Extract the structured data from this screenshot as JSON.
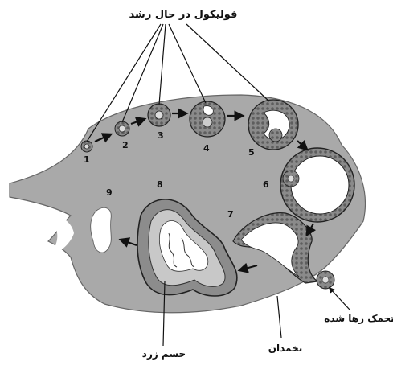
{
  "labels": {
    "developing_follicles": "فولیکول در حال رشد",
    "corpus_luteum": "جسم زرد",
    "released_egg": "تخمک رها شده",
    "ovary": "تخمدان"
  },
  "stages": [
    "1",
    "2",
    "3",
    "4",
    "5",
    "6",
    "7",
    "8",
    "9"
  ],
  "colors": {
    "ovary_fill": "#a9a9a9",
    "follicle_cells": "#7d7d7d",
    "cavity": "#ffffff",
    "outline": "#222222"
  }
}
